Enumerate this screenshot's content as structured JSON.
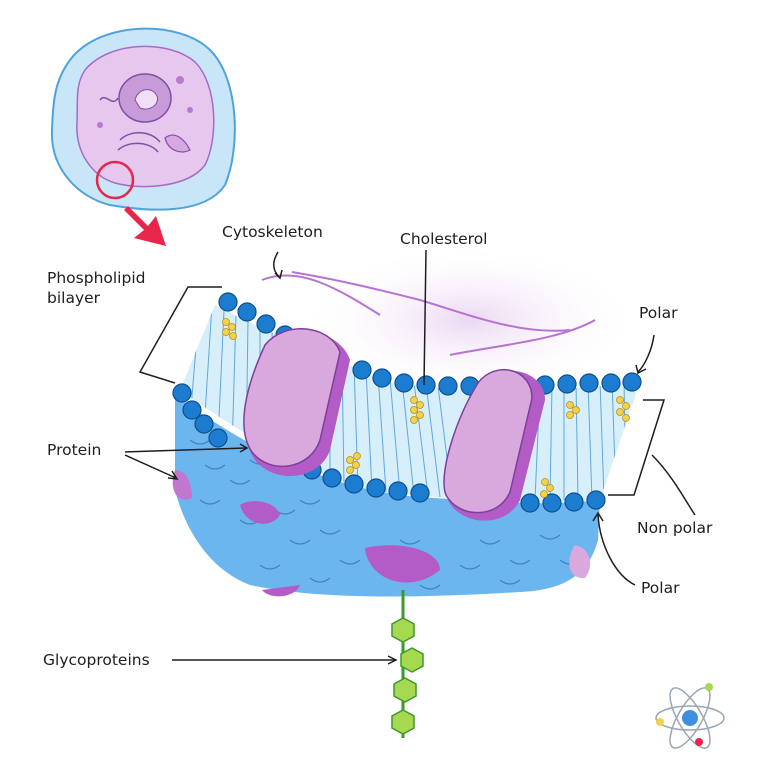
{
  "labels": {
    "cytoskeleton": "Cytoskeleton",
    "cholesterol": "Cholesterol",
    "phospholipid_line1": "Phospholipid",
    "phospholipid_line2": "bilayer",
    "polar_top": "Polar",
    "protein": "Protein",
    "non_polar": "Non polar",
    "polar_bottom": "Polar",
    "glycoproteins": "Glycoproteins"
  },
  "colors": {
    "membrane_blue": "#6cb6ef",
    "head_blue": "#1c7cd0",
    "tail_blue": "#d7eefb",
    "protein_light": "#d9a9de",
    "protein_dark": "#b35bc6",
    "cholesterol": "#f2d24b",
    "cell_outer": "#c8e6f8",
    "cell_inner": "#e6c7ee",
    "cytoskeleton": "#b772d4",
    "glyco": "#a6d94f",
    "arrow_red": "#e8254b"
  },
  "icons": [
    "cell-icon",
    "magnify-circle-icon",
    "pointer-arrow-icon",
    "atom-logo-icon"
  ]
}
